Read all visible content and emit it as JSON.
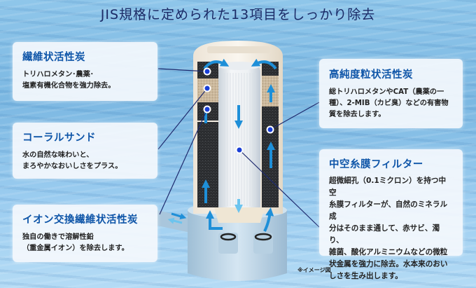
{
  "title": "JIS規格に定められた13項目をしっかり除去",
  "cards": [
    {
      "id": "fiber-activated-carbon",
      "heading": "繊維状活性炭",
      "lines": [
        "トリハロメタン･農薬･",
        "塩素有機化合物を強力除去。"
      ]
    },
    {
      "id": "coral-sand",
      "heading": "コーラルサンド",
      "lines": [
        "水の自然な味わいと、",
        "まろやかなおいしさをプラス。"
      ]
    },
    {
      "id": "ion-exchange-fiber-carbon",
      "heading": "イオン交換繊維状活性炭",
      "lines": [
        "独自の働きで溶解性鉛",
        "（重金属イオン）を除去します。"
      ]
    },
    {
      "id": "high-purity-granular-carbon",
      "heading": "高純度粒状活性炭",
      "lines": [
        "総トリハロメタンやCAT（農薬の一",
        "種）、2-MIB（カビ臭）などの有害物",
        "質を除去します。"
      ]
    },
    {
      "id": "hollow-fiber-membrane-filter",
      "heading": "中空糸膜フィルター",
      "lines": [
        "超微細孔（0.1ミクロン）を持つ中空",
        "糸膜フィルターが、自然のミネラル成",
        "分はそのまま通して、赤サビ、濁り、",
        "雑菌、酸化アルミニウムなどの微粒",
        "状金属を強力に除去。水本来のおい",
        "しさを生み出します。"
      ]
    }
  ],
  "footnote": "※イメージ図",
  "colors": {
    "heading": "#0e55a8",
    "title": "#1b2a66",
    "arrow": "#1e8fd8",
    "marker": "#1a3fd6",
    "leader_line": "#1e2a6e"
  },
  "icons": {
    "marker": "blue-dot-marker-icon",
    "flow_arrow": "water-flow-arrow-icon"
  }
}
